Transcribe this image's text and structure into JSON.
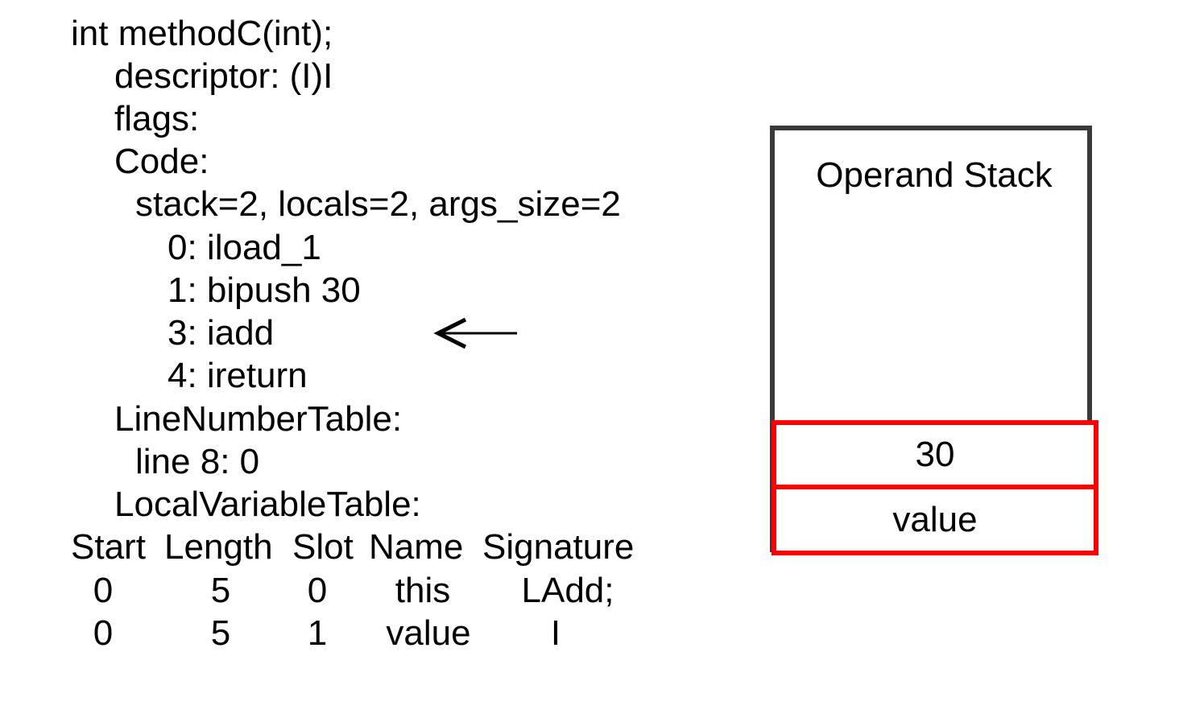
{
  "bytecode": {
    "lines": [
      "int methodC(int);",
      "descriptor: (I)I",
      "flags:",
      "Code:",
      "stack=2, locals=2, args_size=2",
      "0: iload_1",
      "1: bipush 30",
      "3: iadd",
      "4: ireturn",
      "LineNumberTable:",
      "line 8: 0",
      "LocalVariableTable:"
    ],
    "current_instruction_index": 7
  },
  "local_variable_table": {
    "headers": [
      "Start",
      "Length",
      "Slot",
      "Name",
      "Signature"
    ],
    "rows": [
      [
        "0",
        "5",
        "0",
        "this",
        "LAdd;"
      ],
      [
        "0",
        "5",
        "1",
        "value",
        "I"
      ]
    ]
  },
  "operand_stack": {
    "title": "Operand Stack",
    "entries": [
      "30",
      "value"
    ]
  },
  "colors": {
    "frame_border": "#3a3a3a",
    "entry_border": "#ff0000",
    "text": "#000000"
  },
  "icons": {
    "pointer": "left-arrow-icon"
  }
}
